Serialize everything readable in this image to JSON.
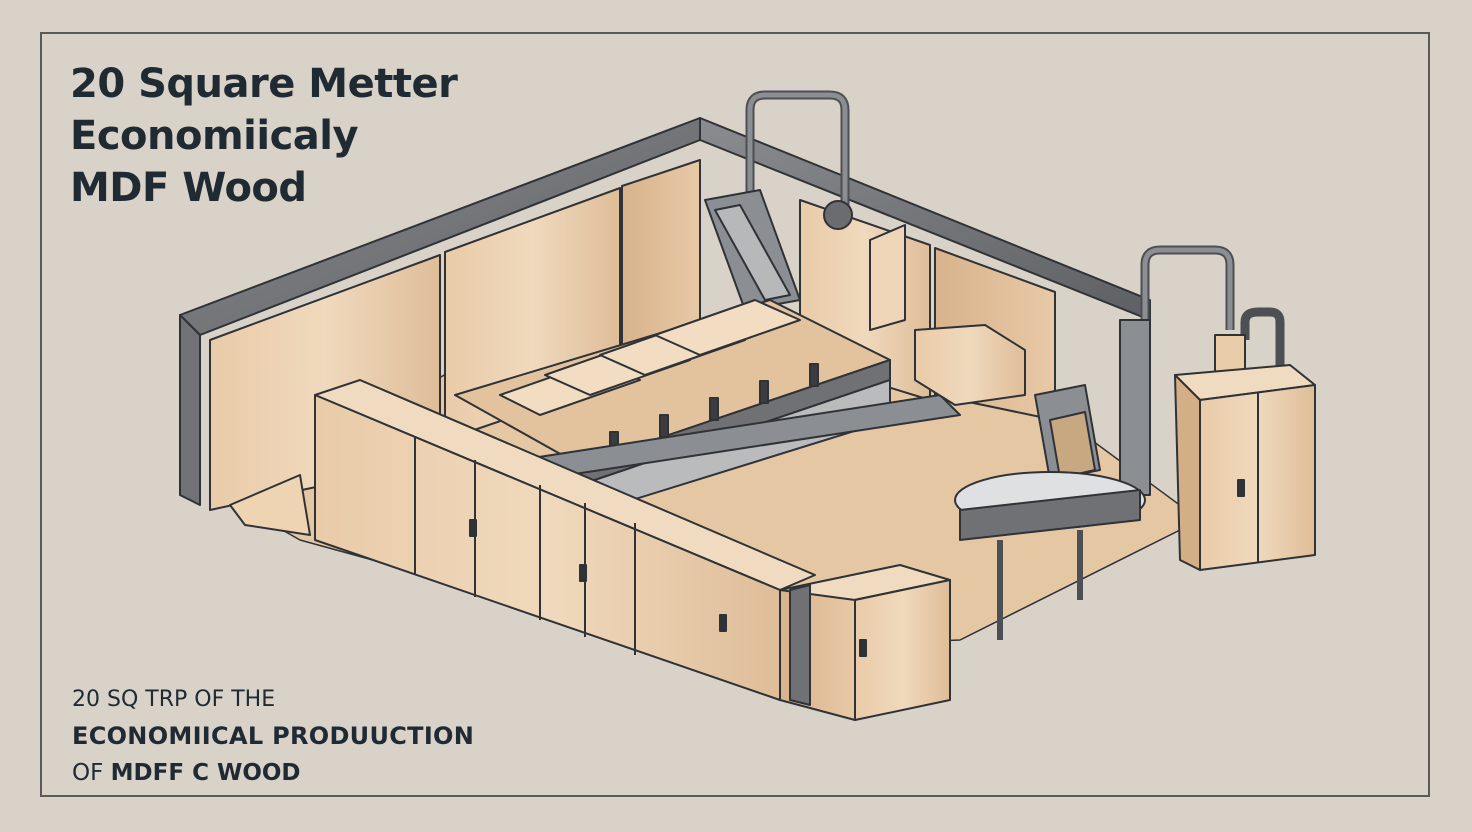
{
  "title": {
    "line1": "20 Square Metter",
    "line2": "Economiicaly",
    "line3": "MDF Wood"
  },
  "caption": {
    "line1": "20 SQ TRP OF THE",
    "line2": "ECONOMIICAL PRODUUCTION",
    "line3_prefix": "OF ",
    "line3_bold": "MDFF C WOOD"
  },
  "colors": {
    "background": "#d8d2c8",
    "wood_light": "#ecd3b4",
    "wood_mid": "#dbb996",
    "metal": "#6d6f72",
    "outline": "#2f3236",
    "text": "#1f2a33"
  }
}
